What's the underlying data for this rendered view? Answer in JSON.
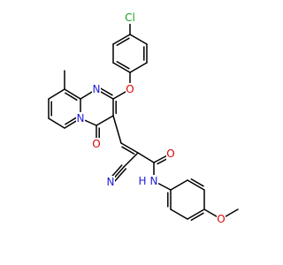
{
  "colors": {
    "bond": "#000000",
    "carbon": "#000000",
    "nitrogen": "#1d1dd6",
    "oxygen": "#e00000",
    "chlorine": "#1c9c1c",
    "background": "#ffffff"
  },
  "atoms": [
    {
      "id": "Cl1",
      "label": "Cl",
      "element": "chlorine"
    },
    {
      "id": "O_ether",
      "label": "O",
      "element": "oxygen"
    },
    {
      "id": "N_ring",
      "label": "N",
      "element": "nitrogen"
    },
    {
      "id": "N_bridge",
      "label": "N",
      "element": "nitrogen"
    },
    {
      "id": "O_keto",
      "label": "O",
      "element": "oxygen"
    },
    {
      "id": "N_nitrile",
      "label": "N",
      "element": "nitrogen"
    },
    {
      "id": "O_amide",
      "label": "O",
      "element": "oxygen"
    },
    {
      "id": "N_amide",
      "label": "N",
      "element": "nitrogen"
    },
    {
      "id": "H_amide",
      "label": "H",
      "element": "nitrogen"
    },
    {
      "id": "O_methoxy",
      "label": "O",
      "element": "oxygen"
    }
  ]
}
